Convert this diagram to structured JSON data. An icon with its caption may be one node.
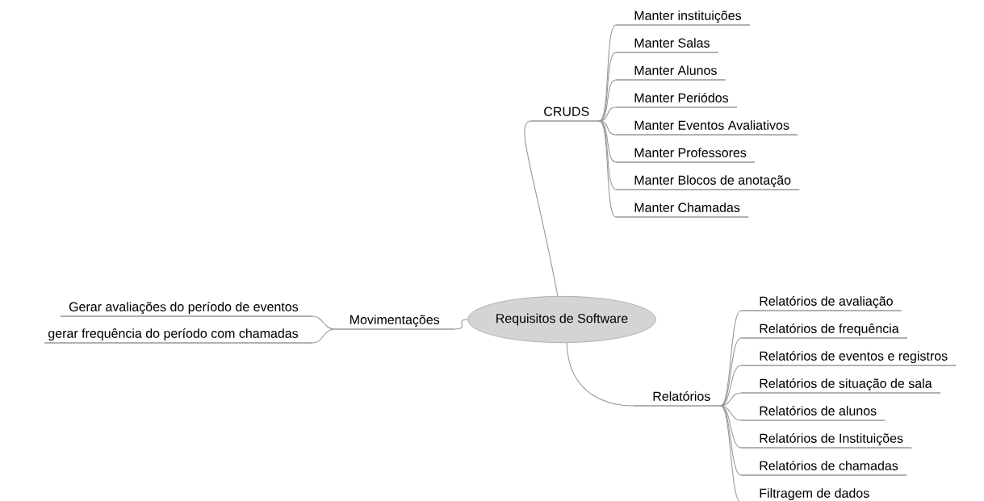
{
  "diagram": {
    "nodes": [
      {
        "text": [
          "Requisitos de Software"
        ]
      },
      {
        "text": [
          "CRUDS"
        ]
      },
      {
        "text": [
          "Manter instituições"
        ]
      },
      {
        "text": [
          "Manter Salas"
        ]
      },
      {
        "text": [
          "Manter Alunos"
        ]
      },
      {
        "text": [
          "Manter Periódos"
        ]
      },
      {
        "text": [
          "Manter Eventos Avaliativos"
        ]
      },
      {
        "text": [
          "Manter Professores"
        ]
      },
      {
        "text": [
          "Manter Blocos de anotação"
        ]
      },
      {
        "text": [
          "Manter Chamadas"
        ]
      },
      {
        "text": [
          "Movimentações"
        ]
      },
      {
        "text": [
          "Gerar avaliações do período de eventos"
        ]
      },
      {
        "text": [
          "gerar frequência do período com chamadas"
        ]
      },
      {
        "text": [
          "Relatórios"
        ]
      },
      {
        "text": [
          "Relatórios de avaliação"
        ]
      },
      {
        "text": [
          "Relatórios de frequência"
        ]
      },
      {
        "text": [
          "Relatórios de eventos e registros"
        ]
      },
      {
        "text": [
          "Relatórios de situação de sala"
        ]
      },
      {
        "text": [
          "Relatórios de alunos"
        ]
      },
      {
        "text": [
          "Relatórios de Instituições"
        ]
      },
      {
        "text": [
          "Relatórios de chamadas"
        ]
      },
      {
        "text": [
          "Filtragem de dados"
        ]
      }
    ],
    "edges": [
      {
        "from": 0,
        "to": 1,
        "arrow": "none"
      },
      {
        "from": 1,
        "to": 2,
        "arrow": "none"
      },
      {
        "from": 1,
        "to": 3,
        "arrow": "none"
      },
      {
        "from": 1,
        "to": 4,
        "arrow": "none"
      },
      {
        "from": 1,
        "to": 5,
        "arrow": "none"
      },
      {
        "from": 1,
        "to": 6,
        "arrow": "none"
      },
      {
        "from": 1,
        "to": 7,
        "arrow": "none"
      },
      {
        "from": 1,
        "to": 8,
        "arrow": "none"
      },
      {
        "from": 1,
        "to": 9,
        "arrow": "none"
      },
      {
        "from": 0,
        "to": 10,
        "arrow": "none"
      },
      {
        "from": 10,
        "to": 11,
        "arrow": "none"
      },
      {
        "from": 10,
        "to": 12,
        "arrow": "none"
      },
      {
        "from": 0,
        "to": 13,
        "arrow": "none"
      },
      {
        "from": 13,
        "to": 14,
        "arrow": "none"
      },
      {
        "from": 13,
        "to": 15,
        "arrow": "none"
      },
      {
        "from": 13,
        "to": 16,
        "arrow": "none"
      },
      {
        "from": 13,
        "to": 17,
        "arrow": "none"
      },
      {
        "from": 13,
        "to": 18,
        "arrow": "none"
      },
      {
        "from": 13,
        "to": 19,
        "arrow": "none"
      },
      {
        "from": 13,
        "to": 20,
        "arrow": "none"
      },
      {
        "from": 13,
        "to": 21,
        "arrow": "none"
      }
    ]
  }
}
